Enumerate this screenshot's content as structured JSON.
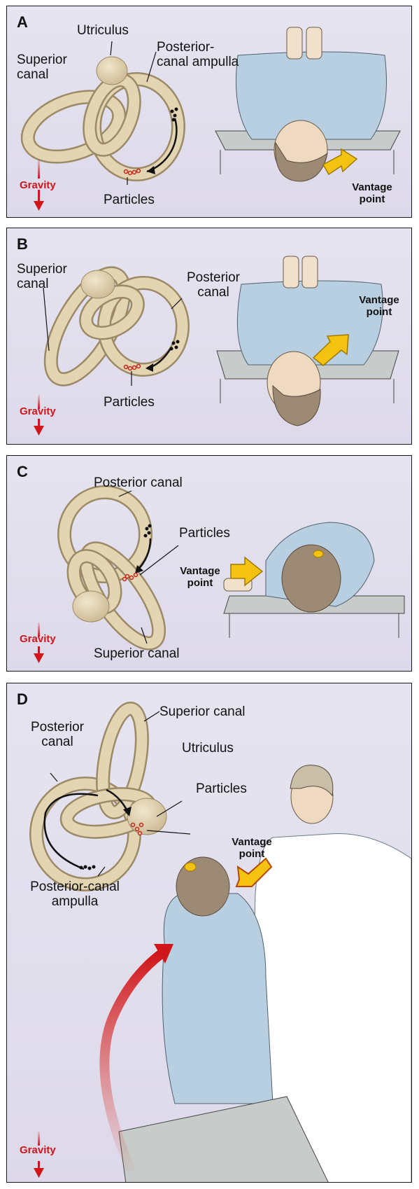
{
  "panels": [
    {
      "letter": "A",
      "labels": {
        "utriculus": "Utriculus",
        "superior_canal": "Superior canal",
        "posterior_canal_ampulla": "Posterior- canal ampulla",
        "particles": "Particles"
      },
      "vantage": "Vantage point",
      "gravity": "Gravity"
    },
    {
      "letter": "B",
      "labels": {
        "superior_canal": "Superior canal",
        "posterior_canal": "Posterior canal",
        "particles": "Particles"
      },
      "vantage": "Vantage point",
      "gravity": "Gravity"
    },
    {
      "letter": "C",
      "labels": {
        "posterior_canal": "Posterior canal",
        "particles": "Particles",
        "superior_canal": "Superior canal"
      },
      "vantage": "Vantage point",
      "gravity": "Gravity"
    },
    {
      "letter": "D",
      "labels": {
        "posterior_canal": "Posterior canal",
        "superior_canal": "Superior canal",
        "utriculus": "Utriculus",
        "particles": "Particles",
        "posterior_canal_ampulla": "Posterior-canal ampulla"
      },
      "vantage": "Vantage point",
      "gravity": "Gravity"
    }
  ],
  "colors": {
    "bone": "#d9c9a6",
    "bone_edge": "#9c8a66",
    "gown": "#b7cfe0",
    "arrow_yellow": "#f4c211",
    "gravity_red": "#d0161b"
  }
}
